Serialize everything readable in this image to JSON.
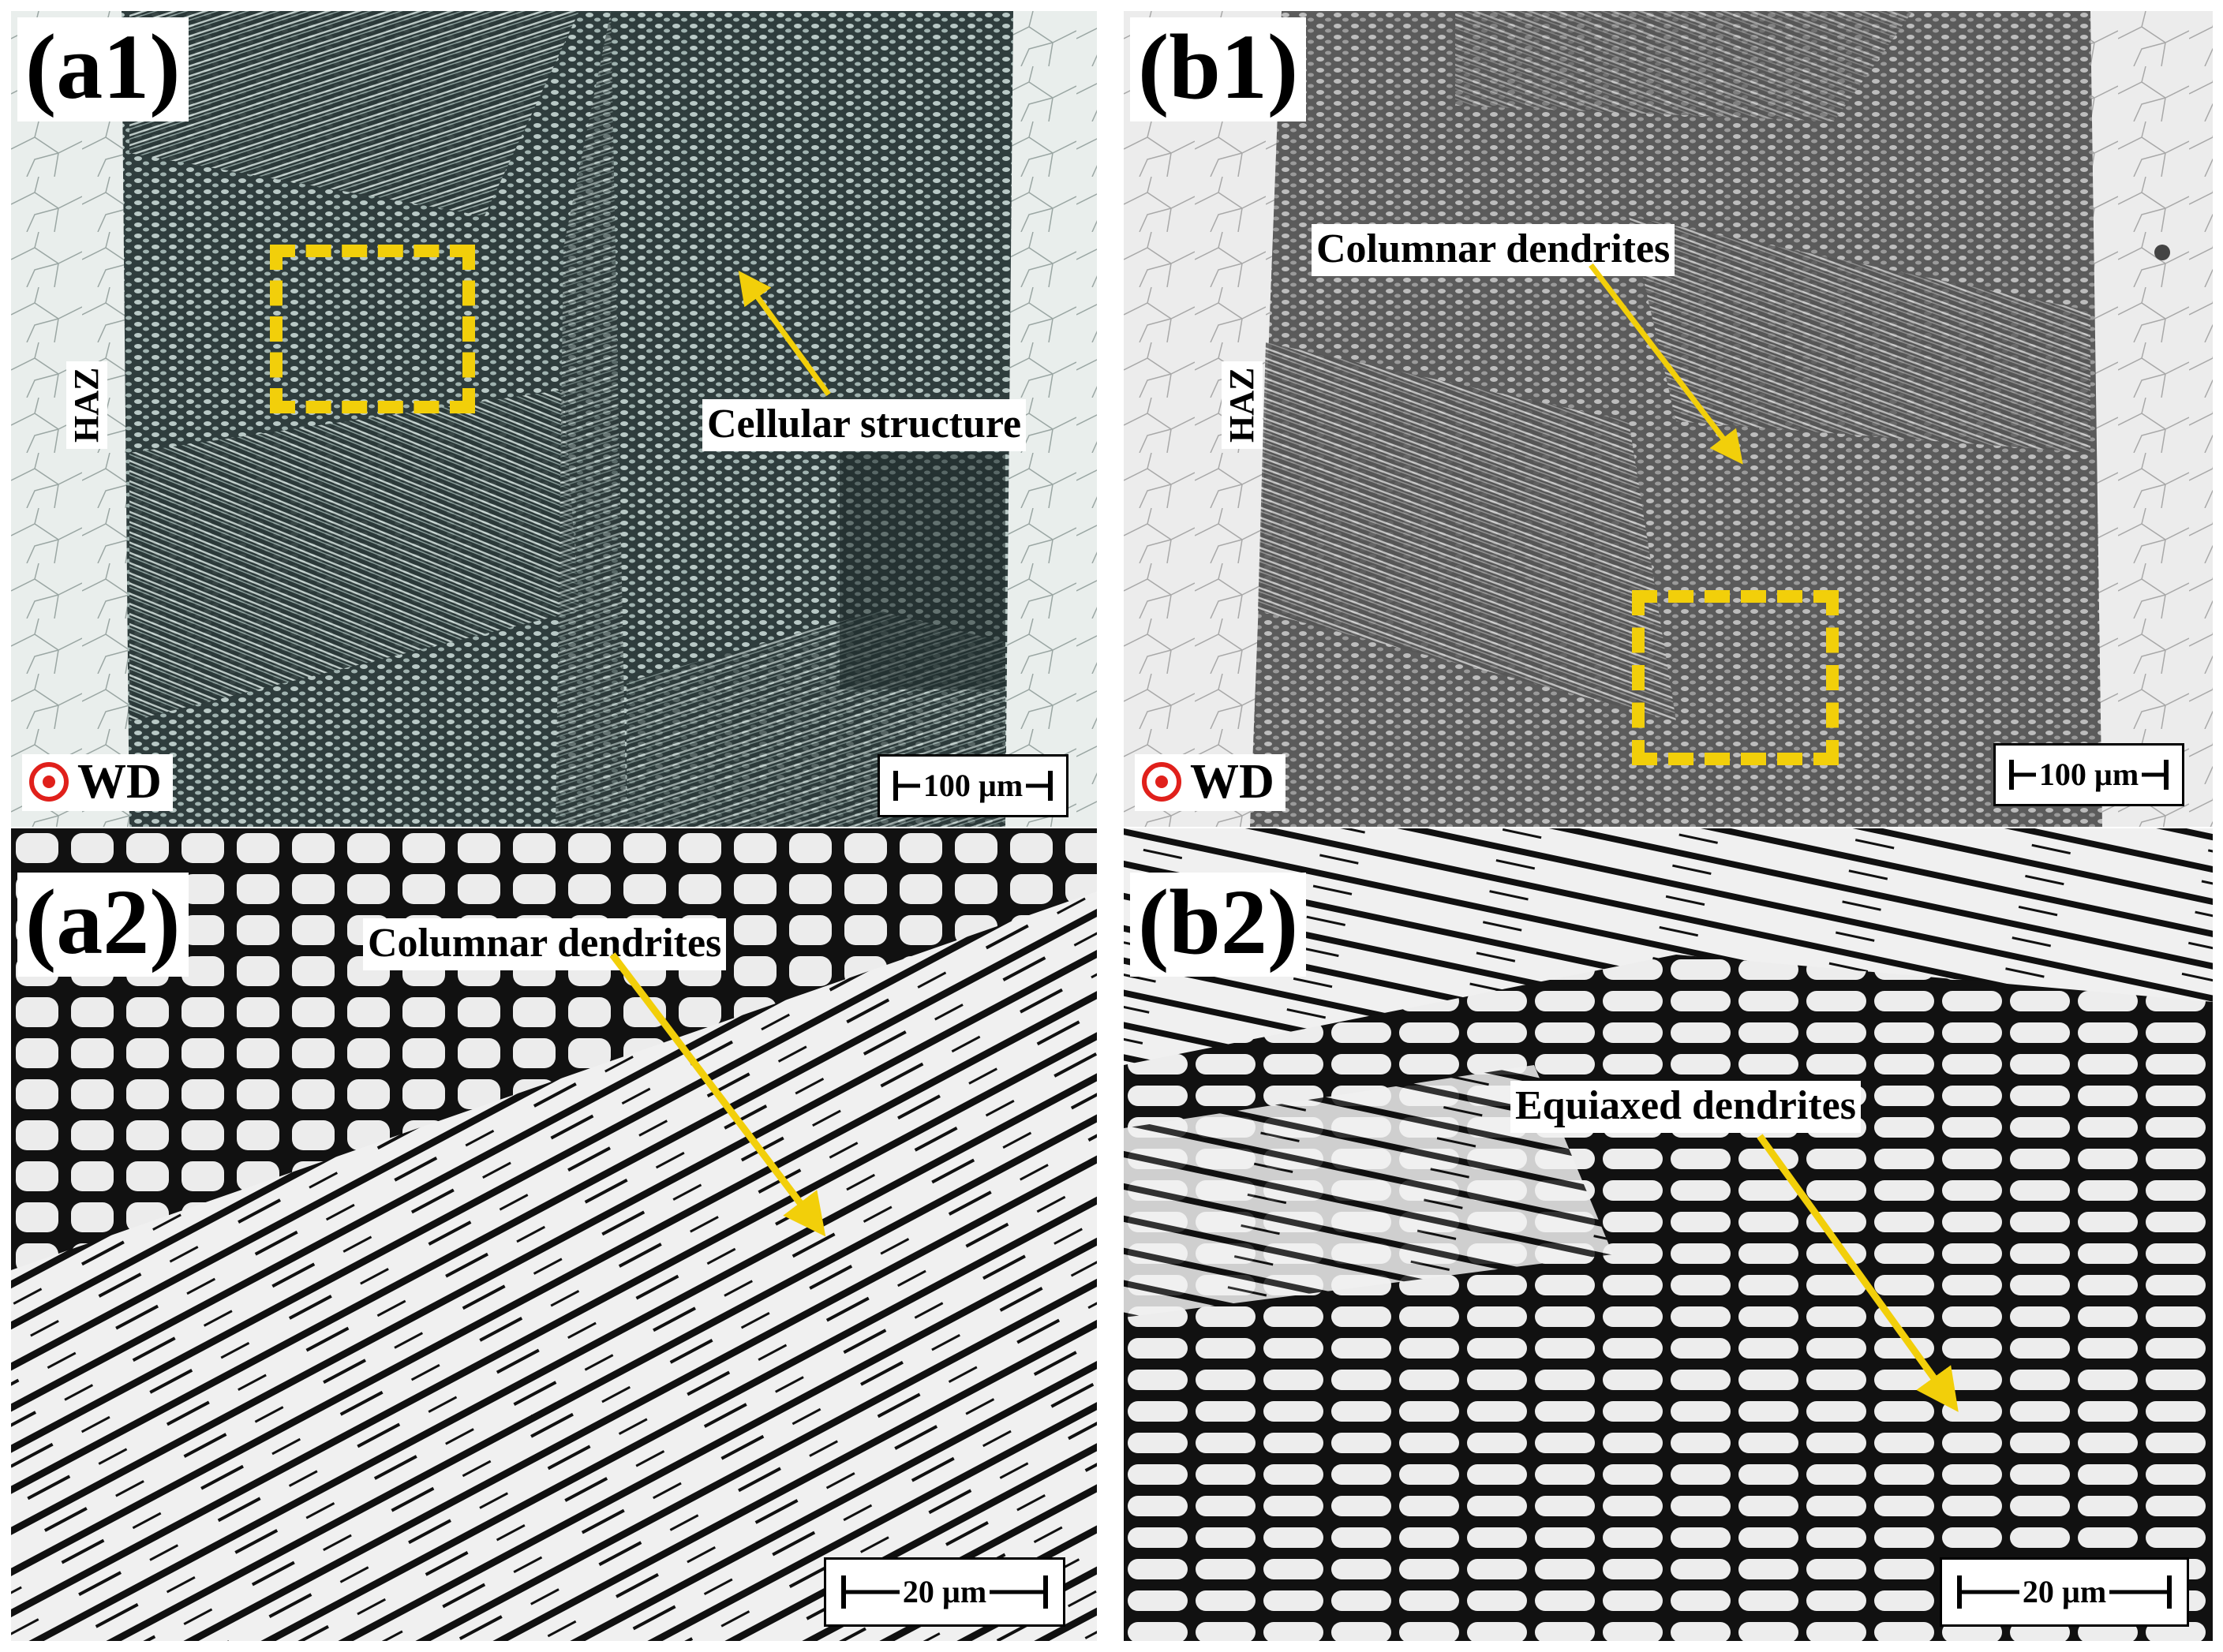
{
  "panels": {
    "a1": {
      "letter": "(a1)",
      "annotation": "Cellular structure",
      "side_label": "HAZ",
      "wd_label": "WD",
      "scale_label": "100 µm",
      "highlight_color": "#f2cf0a"
    },
    "b1": {
      "letter": "(b1)",
      "annotation": "Columnar dendrites",
      "side_label": "HAZ",
      "wd_label": "WD",
      "scale_label": "100 µm",
      "highlight_color": "#f2cf0a"
    },
    "a2": {
      "letter": "(a2)",
      "annotation": "Columnar dendrites",
      "scale_label": "20 µm"
    },
    "b2": {
      "letter": "(b2)",
      "annotation": "Equiaxed dendrites",
      "scale_label": "20 µm"
    }
  },
  "colors": {
    "arrow": "#f2cf0a",
    "wd_icon": "#e0201b",
    "a1_weld": "#2e3b3b",
    "b1_weld": "#5a5a5a",
    "base_metal": "#e8ecea"
  }
}
